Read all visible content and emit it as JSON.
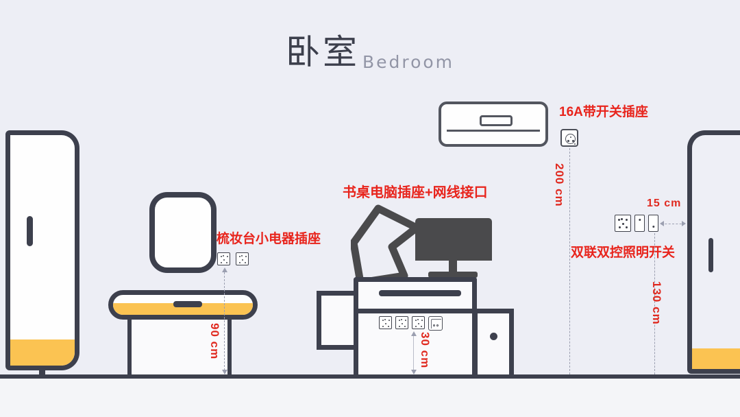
{
  "title": {
    "cn": "卧室",
    "en": "Bedroom"
  },
  "colors": {
    "background": "#edeef5",
    "outline": "#3d404d",
    "accent_amber": "#fbc352",
    "label_red": "#e8241c",
    "dimension_red": "#e02a20",
    "monitor_gray": "#4a4a4c",
    "dim_line": "#9b9fb0"
  },
  "annotations": [
    {
      "id": "ac-socket",
      "label": "16A带开关插座",
      "dimension": "200 cm",
      "icons": [
        "round-socket-16a"
      ]
    },
    {
      "id": "desk-socket",
      "label": "书桌电脑插座+网线接口",
      "dimension": "30 cm",
      "icons": [
        "five-hole-socket",
        "five-hole-socket",
        "five-hole-socket",
        "network-port"
      ]
    },
    {
      "id": "dresser-socket",
      "label": "梳妆台小电器插座",
      "dimension": "90 cm",
      "icons": [
        "five-hole-socket",
        "five-hole-socket"
      ]
    },
    {
      "id": "lighting-switch",
      "label": "双联双控照明开关",
      "dimension": "130 cm",
      "offset_dimension": "15 cm",
      "icons": [
        "five-hole-socket",
        "rocker-switch",
        "rocker-switch"
      ]
    }
  ],
  "dimensions": {
    "ac": "200 cm",
    "desk": "30 cm",
    "dresser": "90 cm",
    "switch_height": "130 cm",
    "switch_offset": "15 cm"
  },
  "labels": {
    "ac_socket": "16A带开关插座",
    "desk_socket": "书桌电脑插座+网线接口",
    "dresser_socket": "梳妆台小电器插座",
    "lighting_switch": "双联双控照明开关"
  },
  "furniture": [
    {
      "name": "wardrobe-left",
      "type": "wardrobe"
    },
    {
      "name": "mirror",
      "type": "mirror"
    },
    {
      "name": "dressing-table",
      "type": "table"
    },
    {
      "name": "chair",
      "type": "chair"
    },
    {
      "name": "monitor",
      "type": "monitor"
    },
    {
      "name": "desk",
      "type": "desk"
    },
    {
      "name": "air-conditioner",
      "type": "appliance"
    },
    {
      "name": "wardrobe-right",
      "type": "wardrobe"
    }
  ]
}
